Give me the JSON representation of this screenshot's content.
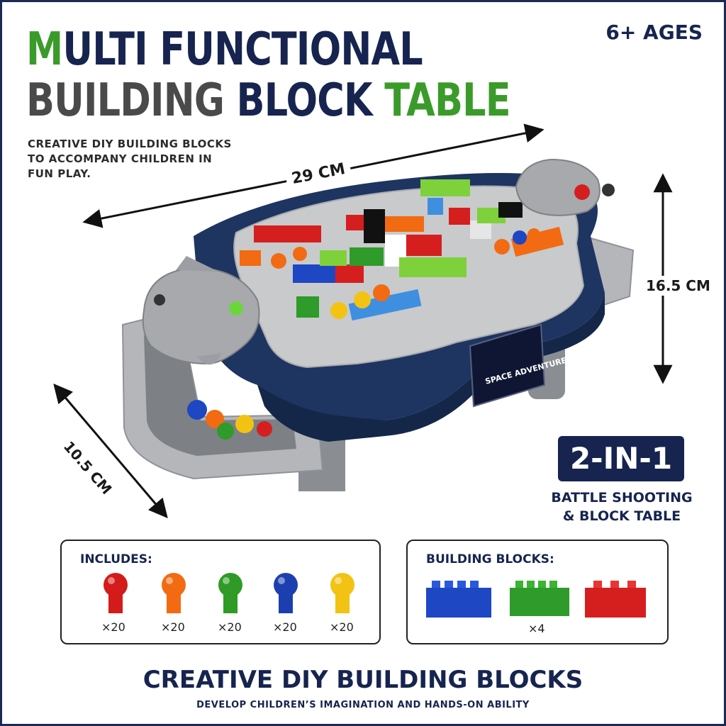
{
  "header": {
    "title_line1_first": "M",
    "title_line1_rest": "ULTI FUNCTIONAL",
    "title_line2_a": "BUILDING",
    "title_line2_b": "BLOCK",
    "title_line2_c": "TABLE",
    "ages": "6+ AGES",
    "subtitle": "CREATIVE DIY BUILDING BLOCKS TO ACCOMPANY CHILDREN IN FUN PLAY."
  },
  "dimensions": {
    "length": "29 CM",
    "height": "16.5 CM",
    "depth": "10.5 CM"
  },
  "badge": {
    "label": "2-IN-1",
    "subtitle_line1": "BATTLE SHOOTING",
    "subtitle_line2": "& BLOCK TABLE"
  },
  "product": {
    "panel_label": "SPACE ADVENTURE"
  },
  "includes": {
    "title": "INCLUDES:",
    "balls": [
      {
        "color": "#d41b1b",
        "count": "×20"
      },
      {
        "color": "#f26a12",
        "count": "×20"
      },
      {
        "color": "#2f9a26",
        "count": "×20"
      },
      {
        "color": "#1c3fb0",
        "count": "×20"
      },
      {
        "color": "#f3c313",
        "count": "×20"
      }
    ]
  },
  "blocks": {
    "title": "BUILDING BLOCKS:",
    "items": [
      {
        "color": "#1e47c4"
      },
      {
        "color": "#2e9b2a"
      },
      {
        "color": "#d51f1f"
      }
    ],
    "count": "×4"
  },
  "footer": {
    "title": "CREATIVE DIY BUILDING BLOCKS",
    "subtitle": "DEVELOP CHILDREN’S IMAGINATION AND HANDS-ON ABILITY"
  },
  "colors": {
    "navy": "#16244f",
    "green": "#3b9b2a",
    "table_body": "#1e3461",
    "baseplate": "#c9cacc"
  }
}
